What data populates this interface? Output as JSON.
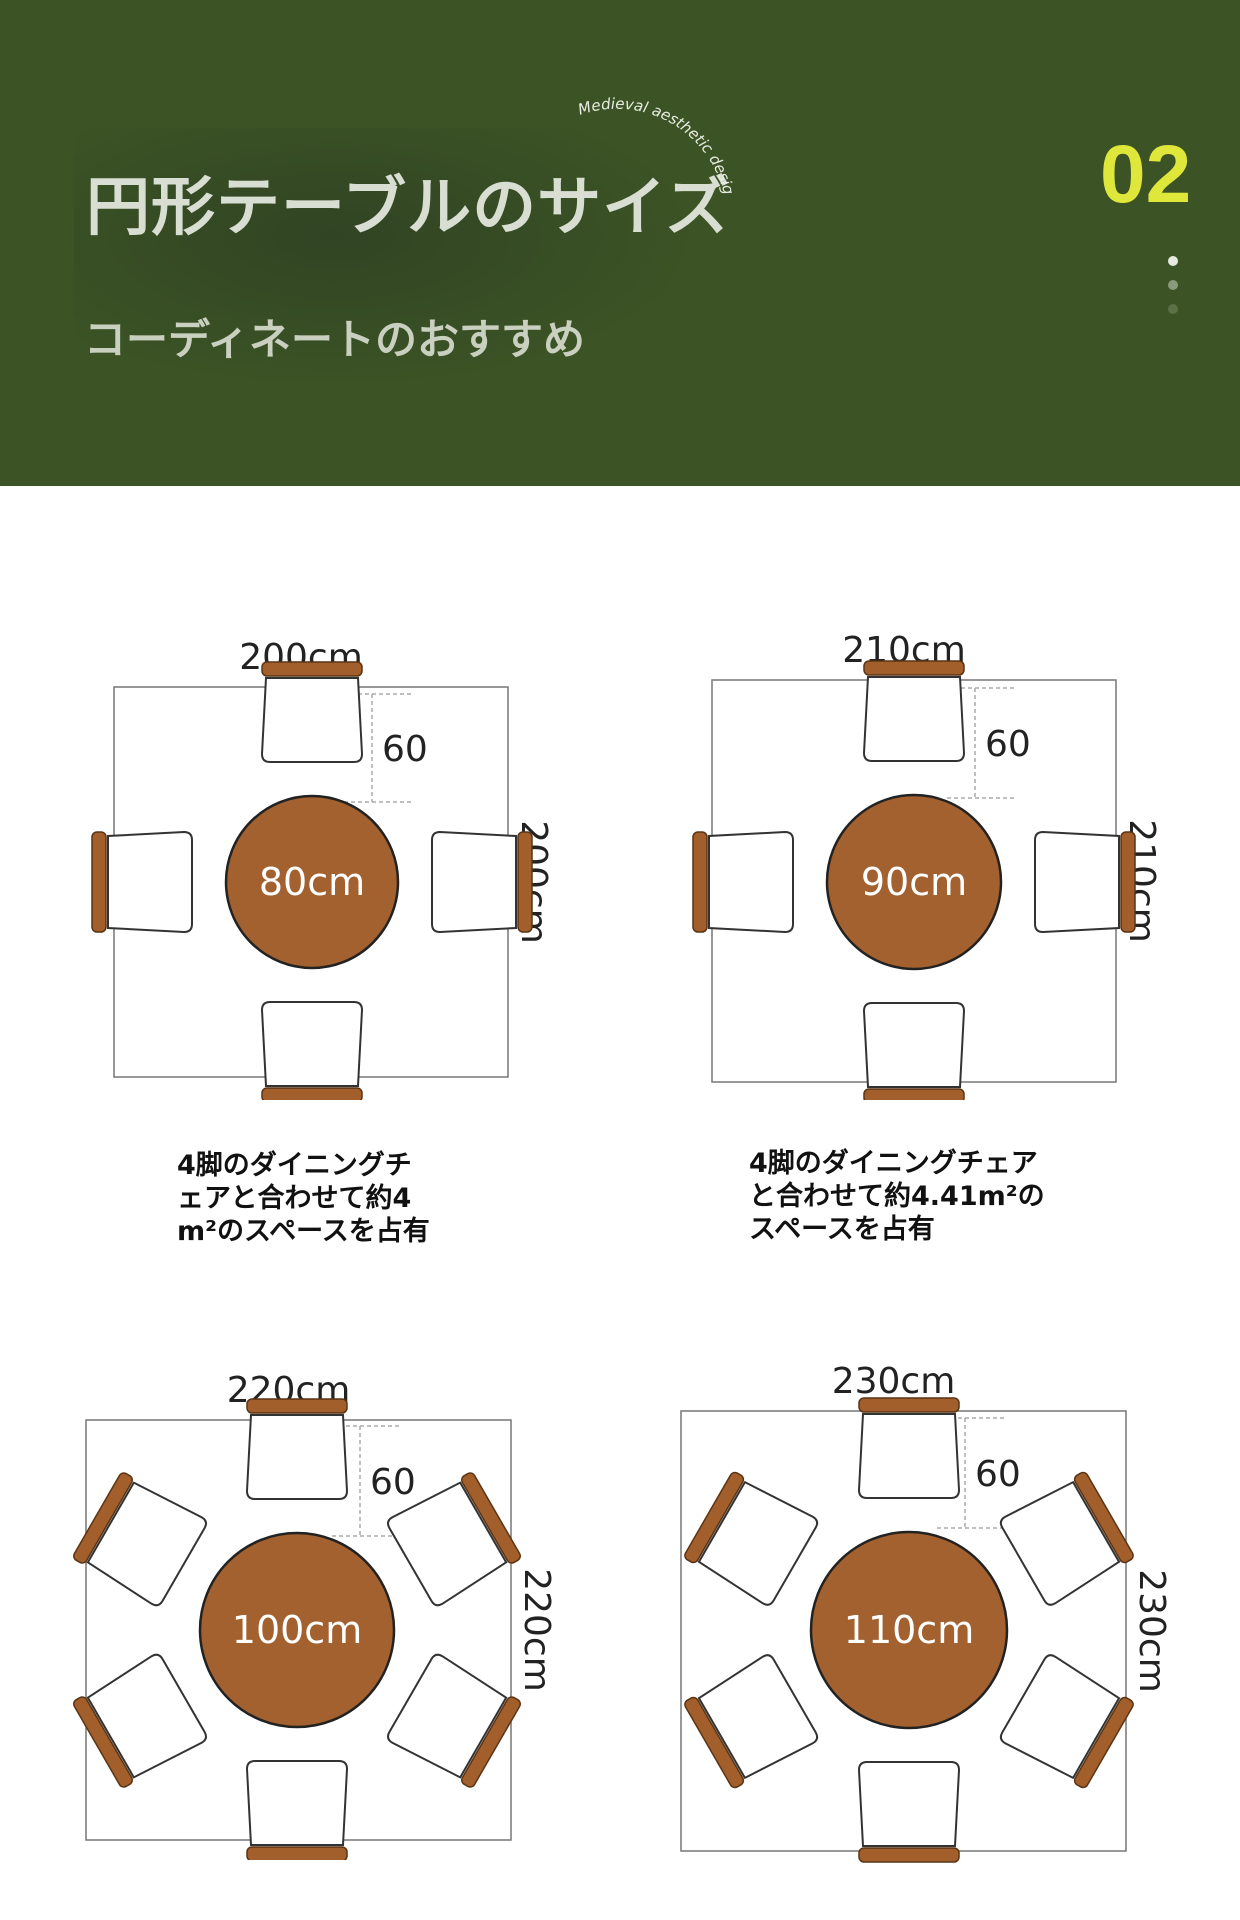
{
  "header": {
    "title": "円形テーブルのサイズ",
    "subtitle": "コーディネートのおすすめ",
    "page_number": "02",
    "arc_text": "Medieval aesthetic design",
    "colors": {
      "background": "#3c5425",
      "page_number": "#dfe83a"
    }
  },
  "diagrams": [
    {
      "room_width": "200cm",
      "room_depth": "200cm",
      "table_diameter": "80cm",
      "chair_gap": "60",
      "chairs": 4,
      "caption": [
        "4脚のダイニングチ",
        "ェアと合わせて約4",
        "m²のスペースを占有"
      ]
    },
    {
      "room_width": "210cm",
      "room_depth": "210cm",
      "table_diameter": "90cm",
      "chair_gap": "60",
      "chairs": 4,
      "caption": [
        "4脚のダイニングチェア",
        "と合わせて約4.41m²の",
        "スペースを占有"
      ]
    },
    {
      "room_width": "220cm",
      "room_depth": "220cm",
      "table_diameter": "100cm",
      "chair_gap": "60",
      "chairs": 6
    },
    {
      "room_width": "230cm",
      "room_depth": "230cm",
      "table_diameter": "110cm",
      "chair_gap": "60",
      "chairs": 6
    }
  ],
  "colors": {
    "table": "#a2612f",
    "chair_back": "#a25f2c",
    "chair_seat": "#ffffff",
    "outline": "#333333"
  }
}
